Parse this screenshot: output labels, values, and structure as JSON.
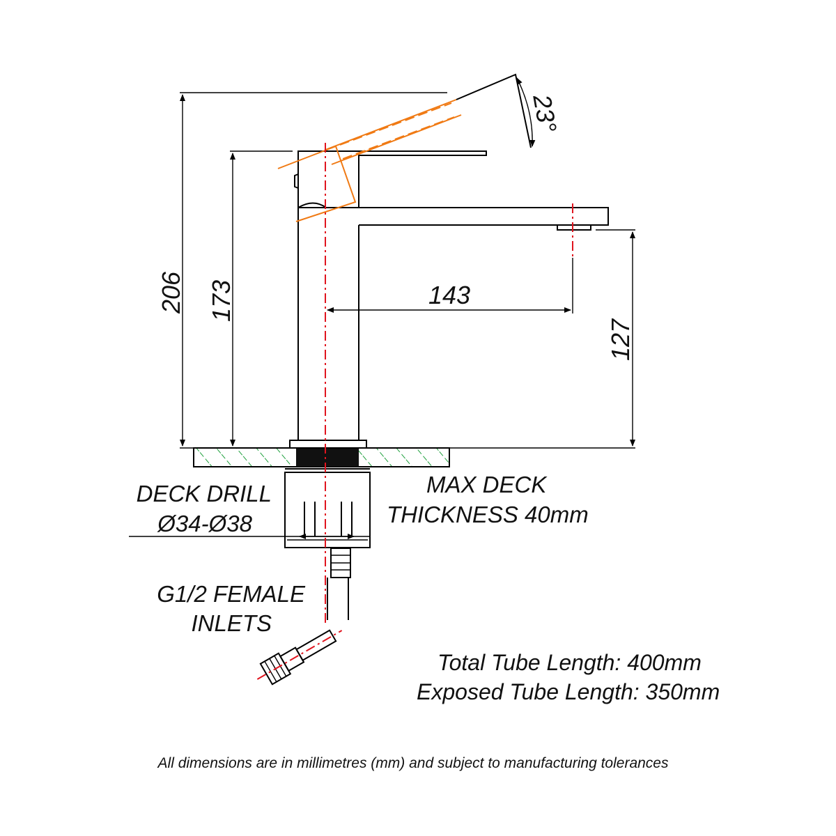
{
  "dimensions": {
    "total_height": "206",
    "spout_height": "173",
    "reach": "143",
    "outlet_height": "127",
    "lever_angle": "23°"
  },
  "labels": {
    "deck_drill_line1": "DECK DRILL",
    "deck_drill_line2": "Ø34-Ø38",
    "max_deck_line1": "MAX DECK",
    "max_deck_line2": "THICKNESS 40mm",
    "inlets_line1": "G1/2 FEMALE",
    "inlets_line2": "INLETS"
  },
  "notes": {
    "total_tube": "Total Tube Length: 400mm",
    "exposed_tube": "Exposed Tube Length: 350mm"
  },
  "footer": "All dimensions are in millimetres (mm) and subject to manufacturing tolerances",
  "colors": {
    "centerline": "#e0141e",
    "lever_ghost": "#f07a14",
    "deck_hatch": "#1ea03c"
  }
}
